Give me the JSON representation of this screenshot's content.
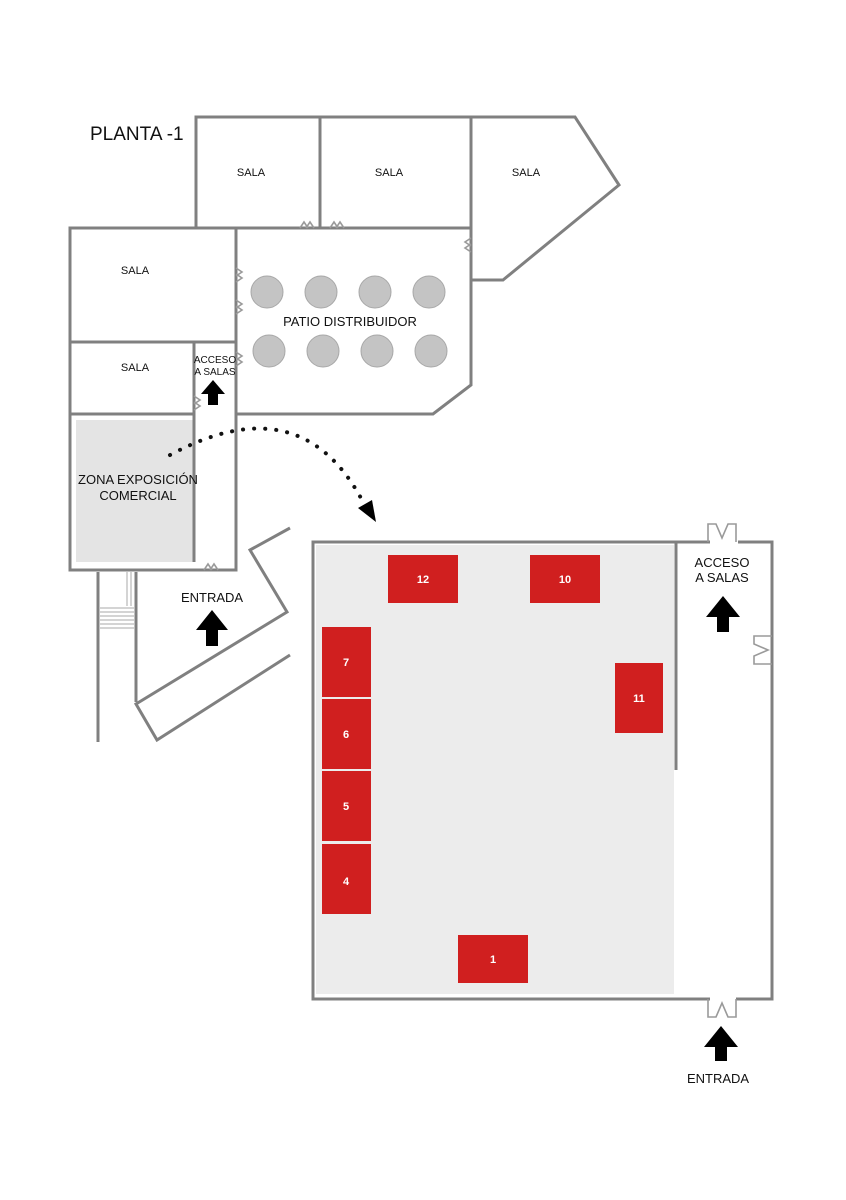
{
  "floor_title": "PLANTA -1",
  "rooms": {
    "sala_top_left": "SALA",
    "sala_top_middle": "SALA",
    "sala_top_right": "SALA",
    "sala_left_upper": "SALA",
    "sala_left_lower": "SALA"
  },
  "patio_label": "PATIO DISTRIBUIDOR",
  "small_access": [
    "ACCESO",
    "A SALAS"
  ],
  "zone_label": [
    "ZONA EXPOSICIÓN",
    "COMERCIAL"
  ],
  "entrance_small": "ENTRADA",
  "detail_access": [
    "ACCESO",
    "A SALAS"
  ],
  "detail_entrance": "ENTRADA",
  "stands": [
    {
      "id": "12",
      "label": "12"
    },
    {
      "id": "10",
      "label": "10"
    },
    {
      "id": "7",
      "label": "7"
    },
    {
      "id": "6",
      "label": "6"
    },
    {
      "id": "5",
      "label": "5"
    },
    {
      "id": "4",
      "label": "4"
    },
    {
      "id": "11",
      "label": "11"
    },
    {
      "id": "1",
      "label": "1"
    }
  ],
  "colors": {
    "stand": "#d01f1f",
    "wall": "#808080",
    "exhibit_zone": "#ececec"
  }
}
